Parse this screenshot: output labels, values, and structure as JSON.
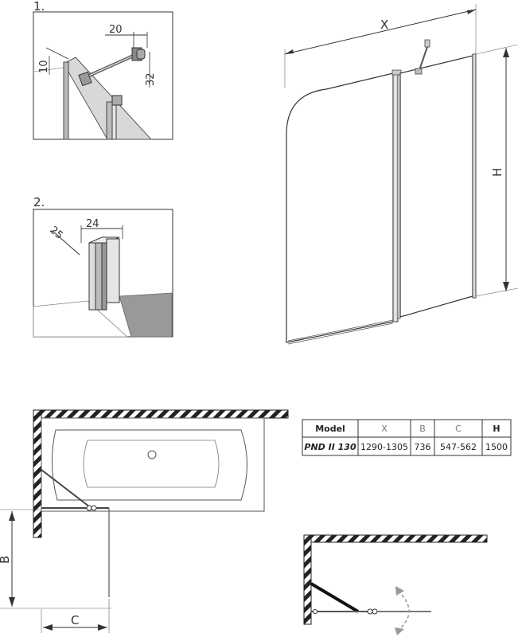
{
  "detail1": {
    "number": "1.",
    "dim_top": "20",
    "dim_left": "10",
    "dim_right": "32"
  },
  "detail2": {
    "number": "2.",
    "dim_top": "24",
    "dim_side": "25"
  },
  "main_view": {
    "width_label": "X",
    "height_label": "H"
  },
  "plan_view": {
    "depth_label": "B",
    "offset_label": "C"
  },
  "spec_table": {
    "headers": [
      "Model",
      "X",
      "B",
      "C",
      "H"
    ],
    "row": [
      "PND II 130",
      "1290-1305",
      "736",
      "547-562",
      "1500"
    ]
  },
  "colors": {
    "line": "#333333",
    "hatch": "#222222",
    "glass": "#dcdcdc",
    "header_muted": "#777777"
  }
}
